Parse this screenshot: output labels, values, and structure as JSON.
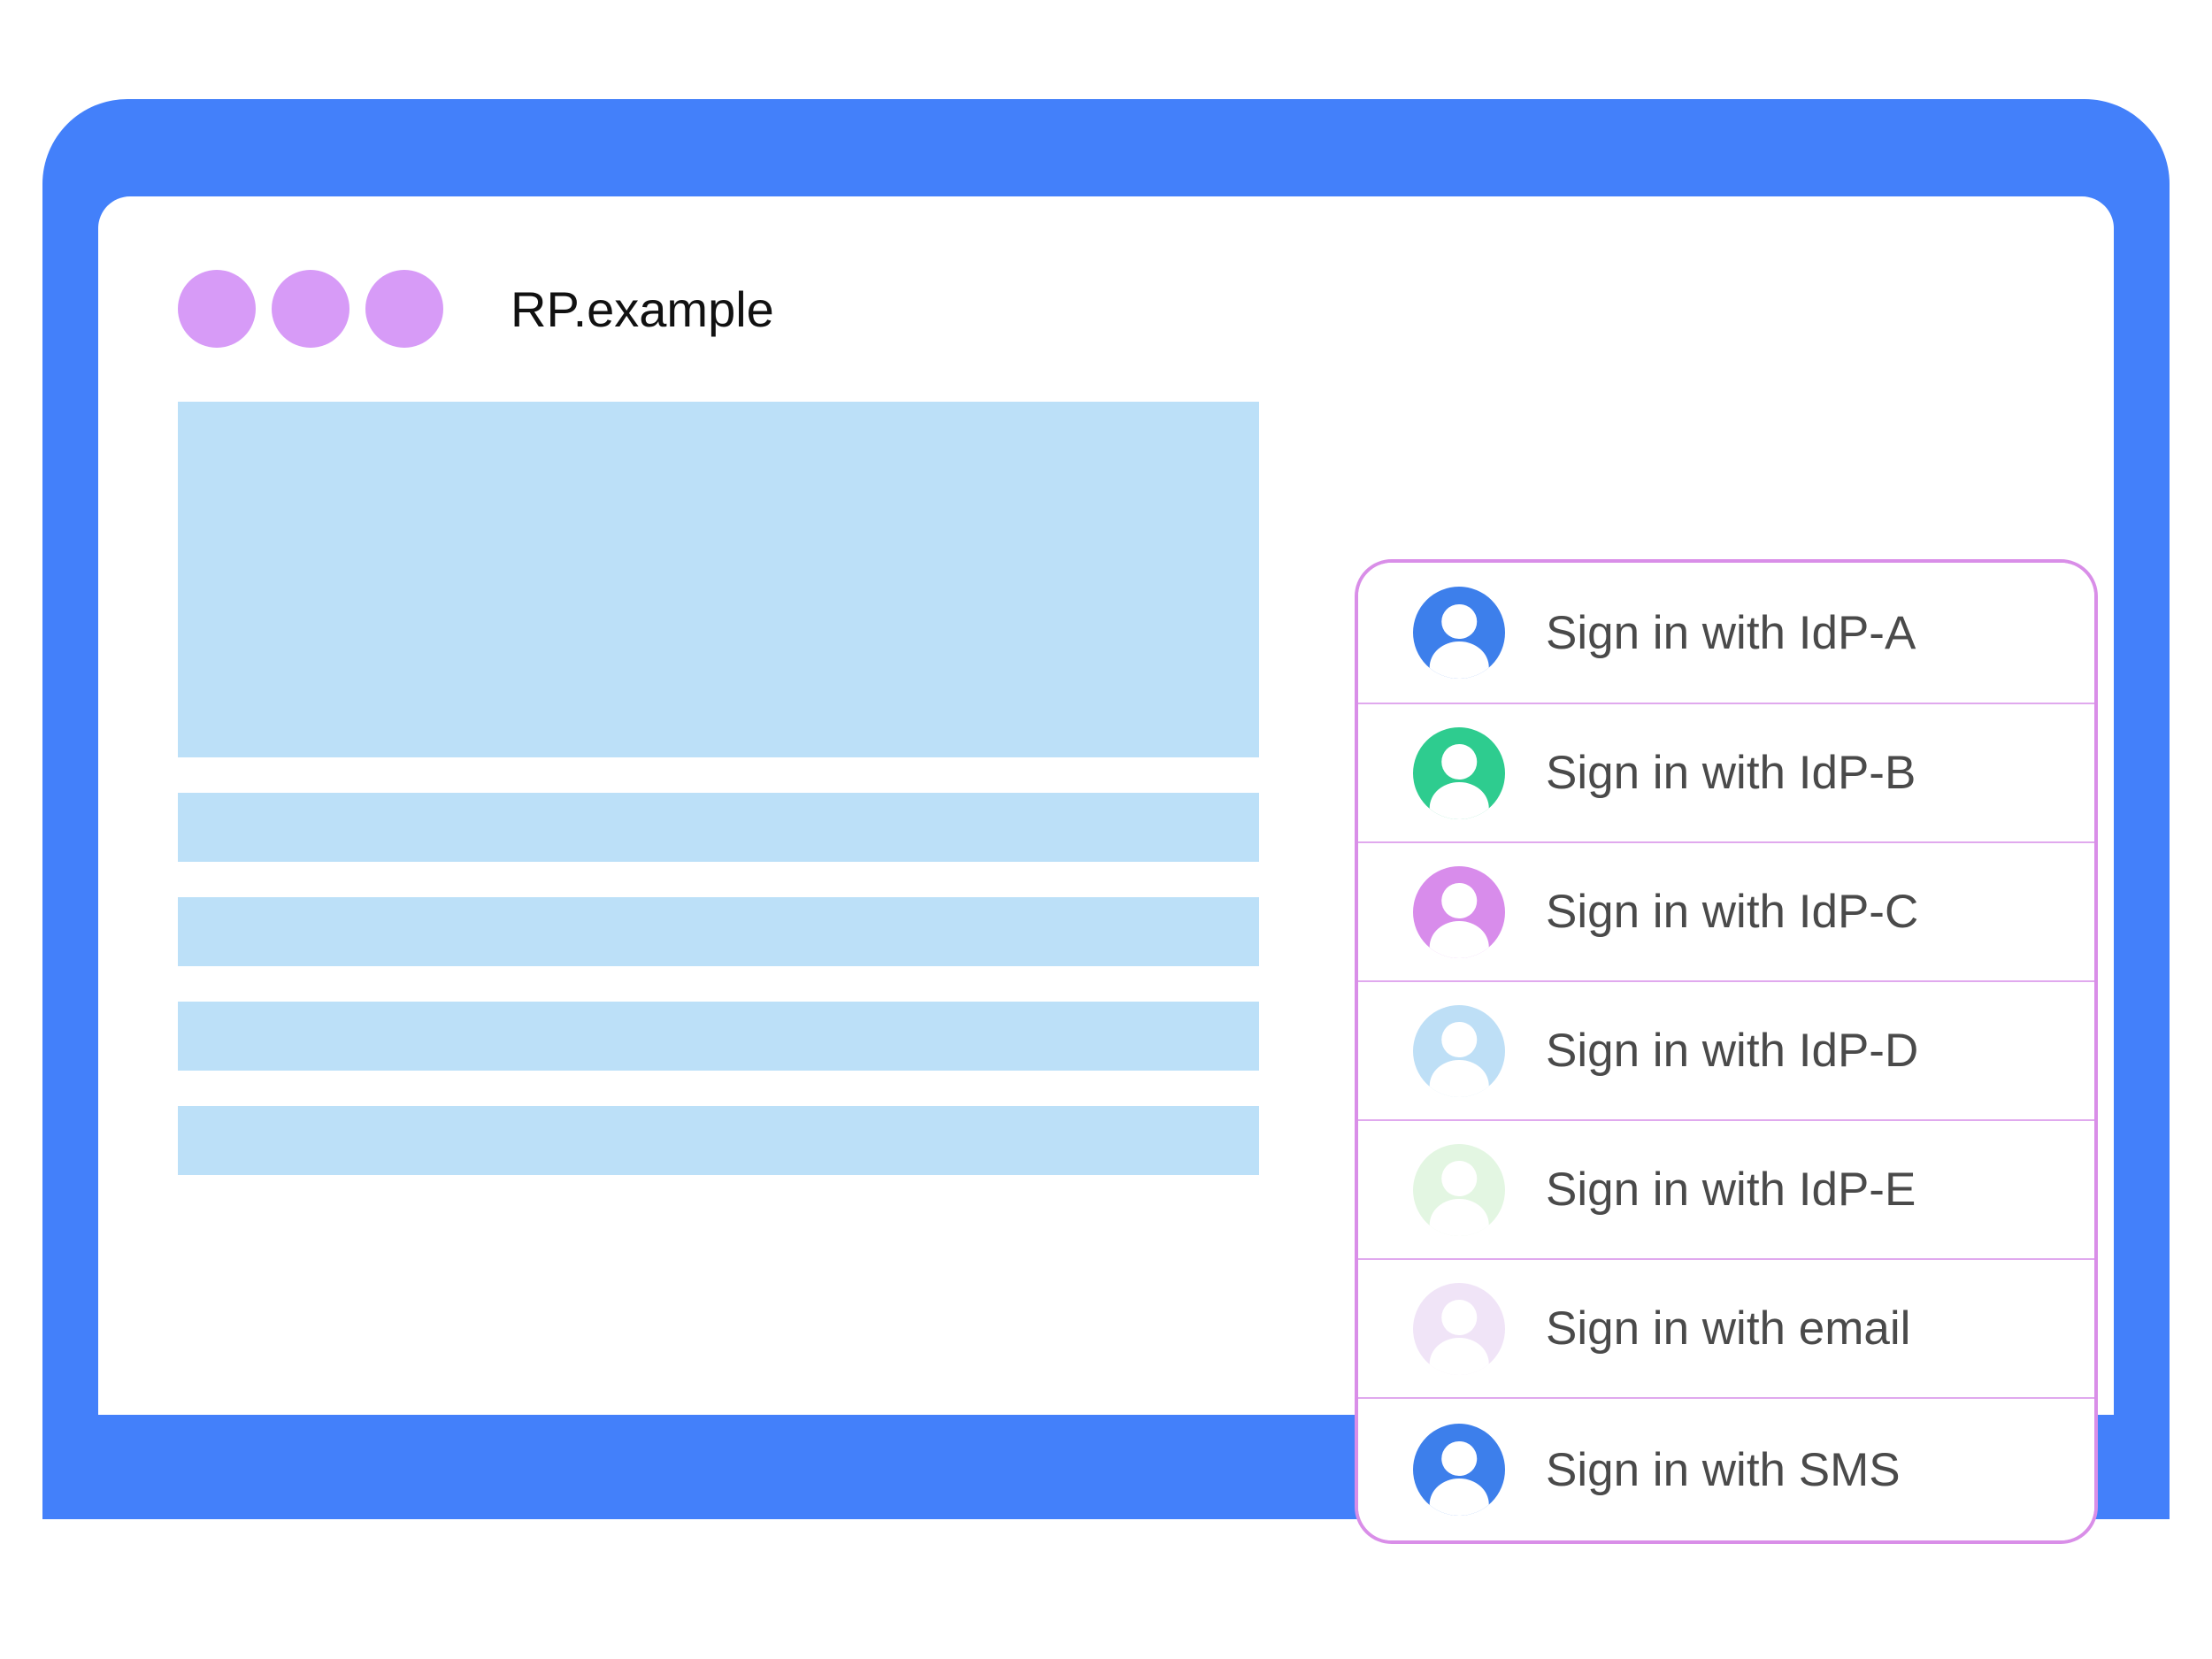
{
  "window": {
    "title": "RP.example",
    "title_dots": [
      "dot-1",
      "dot-2",
      "dot-3"
    ],
    "frame_color": "#4380fa",
    "dot_color": "#d79bf7"
  },
  "content": {
    "placeholders": [
      {
        "name": "hero-placeholder",
        "kind": "hero"
      },
      {
        "name": "text-line-placeholder-1",
        "kind": "bar"
      },
      {
        "name": "text-line-placeholder-2",
        "kind": "bar"
      },
      {
        "name": "text-line-placeholder-3",
        "kind": "bar"
      },
      {
        "name": "text-line-placeholder-4",
        "kind": "bar"
      }
    ],
    "placeholder_color": "#bce0f8"
  },
  "signin_dialog": {
    "border_color": "#d98ee8",
    "divider_color": "#e0a9ee",
    "text_color": "#4a4a4a",
    "options": [
      {
        "label": "Sign in with IdP-A",
        "icon": "account-avatar-icon",
        "avatar_color": "#3d7feb"
      },
      {
        "label": "Sign in with IdP-B",
        "icon": "account-avatar-icon",
        "avatar_color": "#2ecc8f"
      },
      {
        "label": "Sign in with IdP-C",
        "icon": "account-avatar-icon",
        "avatar_color": "#d88ceb"
      },
      {
        "label": "Sign in with IdP-D",
        "icon": "account-avatar-icon",
        "avatar_color": "#bedff6"
      },
      {
        "label": "Sign in with IdP-E",
        "icon": "account-avatar-icon",
        "avatar_color": "#e3f6e2"
      },
      {
        "label": "Sign in with email",
        "icon": "account-avatar-icon",
        "avatar_color": "#f0e4f7"
      },
      {
        "label": "Sign in with SMS",
        "icon": "account-avatar-icon",
        "avatar_color": "#3d7feb"
      }
    ]
  },
  "device": {
    "home_button": "home-button"
  }
}
